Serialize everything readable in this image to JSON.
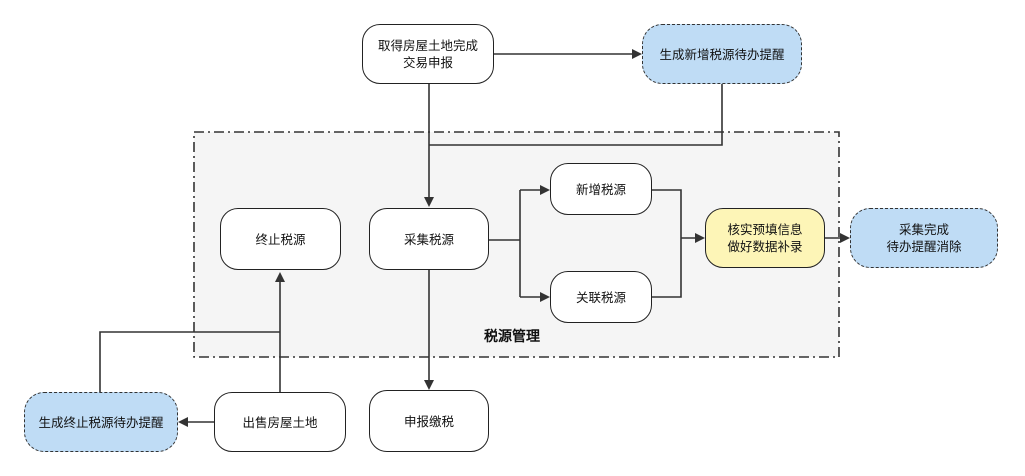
{
  "group": {
    "label": "税源管理"
  },
  "nodes": {
    "complete_trade": "取得房屋土地完成\n交易申报",
    "new_source_reminder": "生成新增税源待办提醒",
    "terminate_source": "终止税源",
    "collect_source": "采集税源",
    "new_source": "新增税源",
    "linked_source": "关联税源",
    "verify_info": "核实预填信息\n做好数据补录",
    "collect_done": "采集完成\n待办提醒消除",
    "terminate_reminder": "生成终止税源待办提醒",
    "sell_property": "出售房屋土地",
    "declare_tax": "申报缴税"
  },
  "colors": {
    "highlight_blue": "#bfdcf5",
    "highlight_yellow": "#fdf5b7",
    "group_fill": "#f5f5f5"
  }
}
